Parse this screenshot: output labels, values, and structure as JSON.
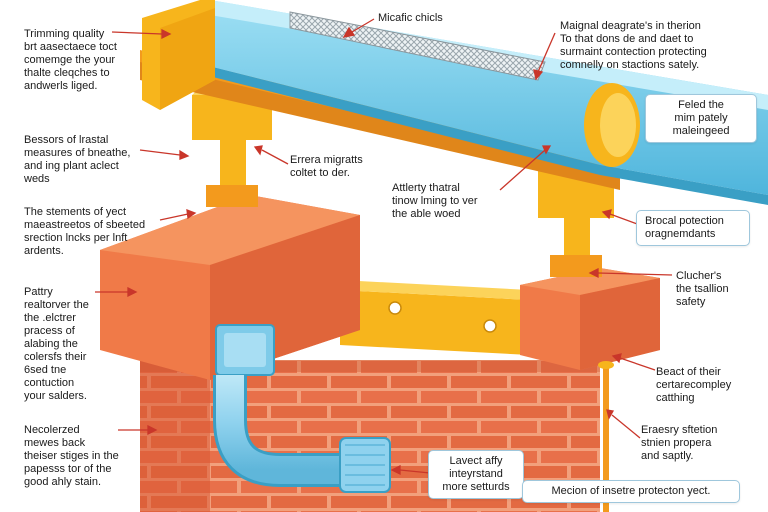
{
  "colors": {
    "gutter": "#6cc8e6",
    "gutter_dark": "#3a9fc5",
    "beam_orange": "#f39a1d",
    "bracket_yellow": "#f7b51c",
    "brick": "#e8704a",
    "brick_dark": "#c9532e",
    "mortar": "#f2a07c",
    "pipe": "#8fd2ee",
    "leader_red": "#c9362a"
  },
  "labels": {
    "top_left": "Trimming quality\nbrt aasectaece toct\ncomemge the your\nthalte cleqches to\nandwerls liged.",
    "mesh_top": "Micafic chicls",
    "top_right": "Maignal deagrate's in therion\nTo that dons de and daet to\nsurmaint contection protecting\ncomnelly on stactions sately.",
    "right_box": "Feled the\nmim pately\nmaleingeed",
    "left_2": "Bessors of lrastal\nmeasures of bneathe,\nand ing plant aclect\nweds",
    "center_1": "Errera migratts\ncoltet to der.",
    "center_2": "Attlerty thatral\ntinow lming to ver\nthe able woed",
    "left_3": "The stements of yect\nmaeastreetos of sbeeted\nsrection lncks per lnft\nardents.",
    "right_2": "Brocal potection\noragnemdants",
    "left_4": "Pattry\nrealtorver the\nthe .elctrer\npracess of\nalabing the\ncolersfs their\n6sed tne\ncontuction\nyour salders.",
    "right_3": "Clucher's\nthe tsallion\nsafety",
    "right_4": "Beact of their\ncertarecompley\ncatthing",
    "left_5": "Necolerzed\nmewes back\ntheiser stiges in the\npapesss tor of the\ngood ahly stain.",
    "right_5": "Eraesry sftetion\nstnien propera\nand saptly.",
    "bottom_center_box": "Lavect affy\ninteyrstand\nmore setturds",
    "bottom_right_box": "Mecion of insetre protecton yect."
  }
}
